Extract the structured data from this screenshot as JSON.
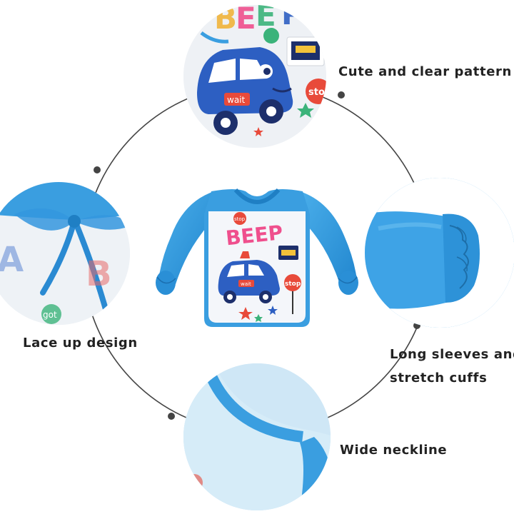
{
  "callouts": {
    "pattern": "Cute and clear pattern",
    "lace": "Lace up design",
    "sleeves_line1": "Long sleeves and",
    "sleeves_line2": "stretch cuffs",
    "neckline": "Wide neckline"
  },
  "print_text": {
    "beep": "BEEP",
    "stop": "stop",
    "wait": "wait",
    "got": "got"
  },
  "colors": {
    "fabric_blue": "#3a9ee0",
    "fabric_dark": "#1f7fc4",
    "car_blue": "#2d5fc2",
    "stop_red": "#e84a3a",
    "ring_line": "#444444",
    "text": "#222222"
  }
}
